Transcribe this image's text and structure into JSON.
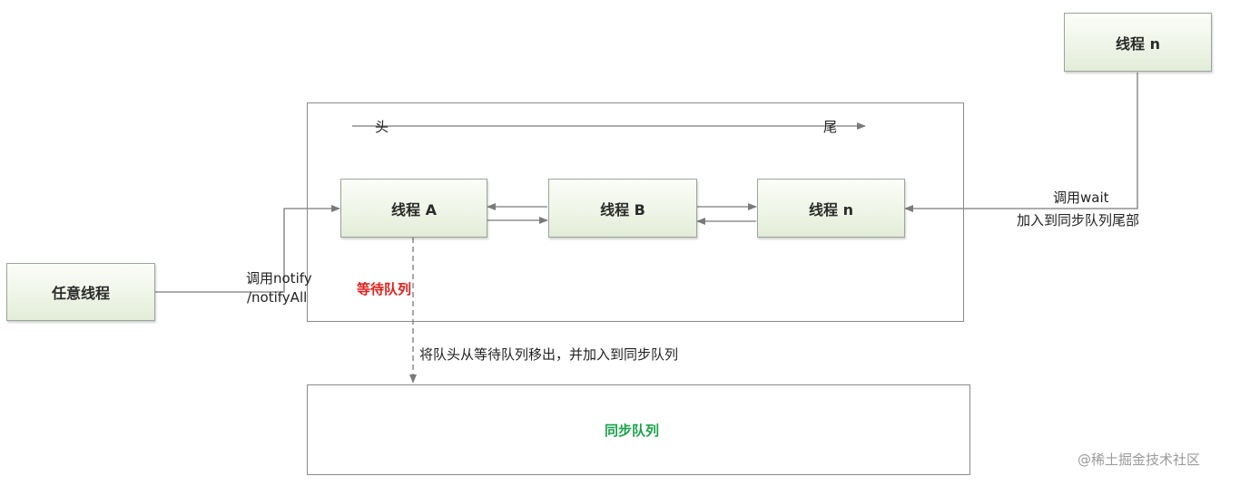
{
  "colors": {
    "box_border": "#9aa59a",
    "box_fill_top": "#fbfdf8",
    "box_fill_bottom": "#e3ecd8",
    "frame_border": "#8a8a8a",
    "connector": "#7a7a7a",
    "wait_queue_label": "#e0211c",
    "sync_queue_label": "#1aa34a",
    "watermark": "#9a9a9a"
  },
  "wait_queue": {
    "head_label": "头",
    "tail_label": "尾",
    "title": "等待队列",
    "threads": [
      {
        "label": "线程 A"
      },
      {
        "label": "线程 B"
      },
      {
        "label": "线程 n"
      }
    ]
  },
  "any_thread": {
    "label": "任意线程"
  },
  "notify_call": {
    "line1": "调用notify",
    "line2": "/notifyAll"
  },
  "incoming_thread": {
    "label": "线程 n"
  },
  "wait_call": {
    "line1": "调用wait",
    "line2": "加入到同步队列尾部"
  },
  "move_note": "将队头从等待队列移出，并加入到同步队列",
  "sync_queue": {
    "title": "同步队列"
  },
  "watermark": "@稀土掘金技术社区"
}
